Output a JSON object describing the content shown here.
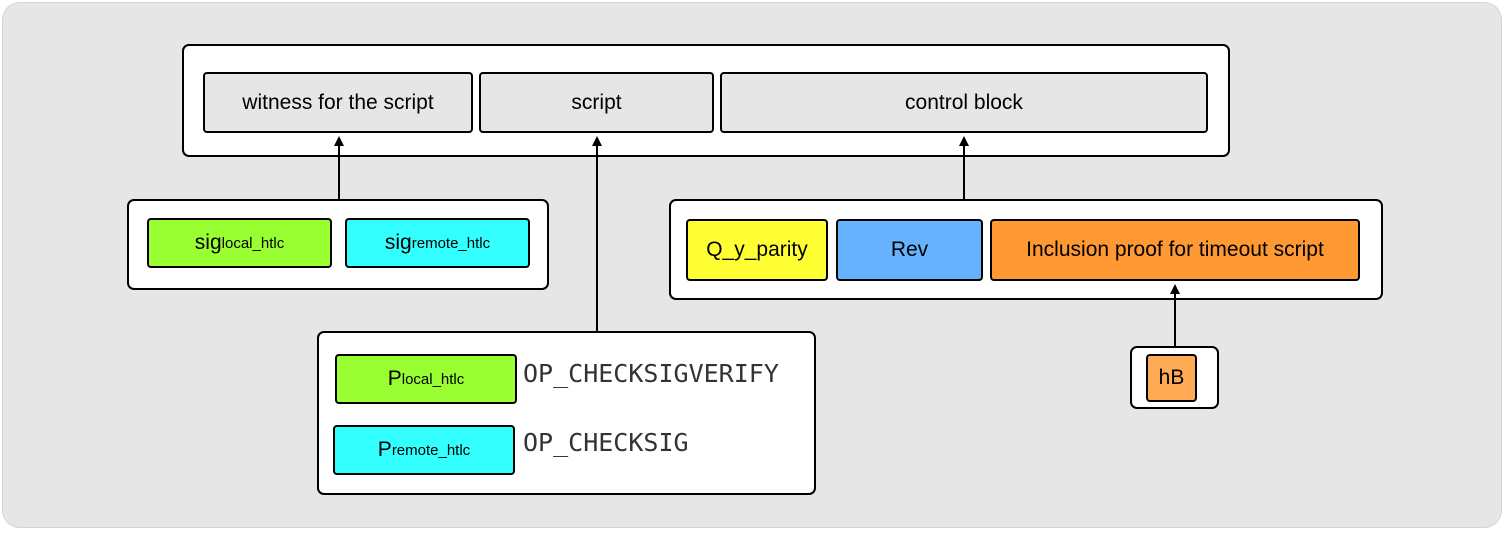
{
  "diagram": {
    "top_cells": {
      "witness": "witness for the script",
      "script": "script",
      "control_block": "control block"
    },
    "signatures": [
      {
        "base": "sig",
        "sub": "local_htlc",
        "color": "#99ff33"
      },
      {
        "base": "sig",
        "sub": "remote_htlc",
        "color": "#33ffff"
      }
    ],
    "control_items": {
      "q_y_parity": "Q_y_parity",
      "rev": "Rev",
      "inclusion_proof": "Inclusion proof for timeout script"
    },
    "script_lines": [
      {
        "key_base": "P",
        "key_sub": "local_htlc",
        "opcode": "OP_CHECKSIGVERIFY"
      },
      {
        "key_base": "P",
        "key_sub": "remote_htlc",
        "opcode": "OP_CHECKSIG"
      }
    ],
    "hash_item": "hB",
    "colors": {
      "green": "#99ff33",
      "cyan": "#33ffff",
      "yellow": "#ffff33",
      "blue": "#66b2ff",
      "orange": "#ff9933",
      "background": "#e6e6e6"
    }
  }
}
